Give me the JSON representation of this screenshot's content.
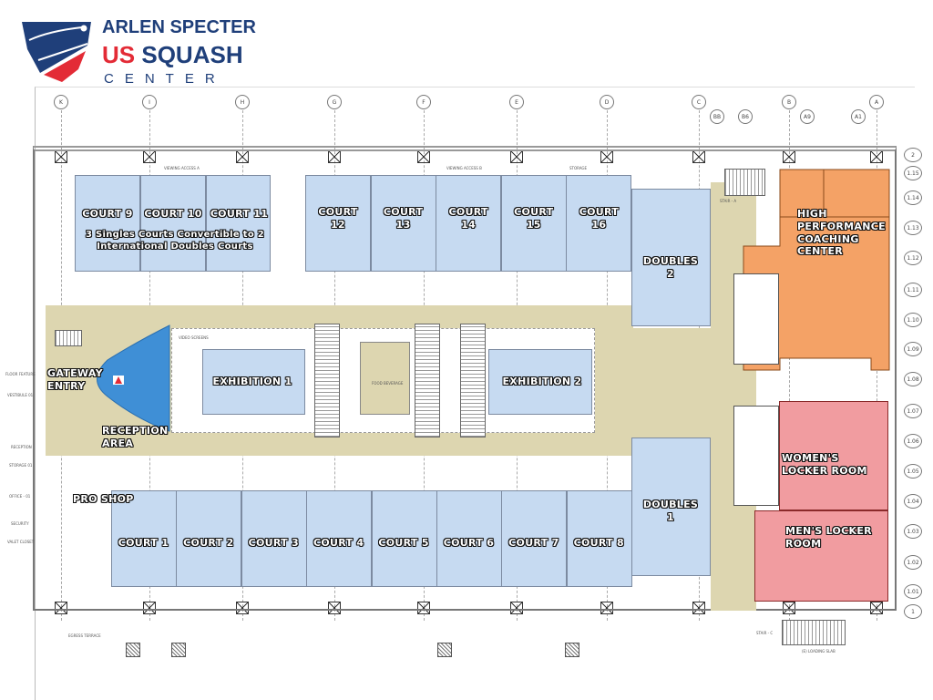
{
  "logo": {
    "line1": "ARLEN SPECTER",
    "line2a": "US",
    "line2b": "SQUASH",
    "line3": "CENTER",
    "colors": {
      "blue": "#1f3f7a",
      "red": "#e32b36"
    }
  },
  "grid_columns": [
    "K",
    "I",
    "H",
    "G",
    "F",
    "E",
    "D",
    "C",
    "BB",
    "B6",
    "B",
    "A9",
    "A1",
    "A"
  ],
  "grid_rows": [
    "2",
    "1.15",
    "1.14",
    "1.13",
    "1.12",
    "1.11",
    "1.10",
    "1.09",
    "1.08",
    "1.07",
    "1.06",
    "1.05",
    "1.04",
    "1.03",
    "1.02",
    "1.01",
    "1"
  ],
  "rooms": {
    "court9": "COURT 9",
    "court10": "COURT 10",
    "court11": "COURT 11",
    "convertible_note": "3 Singles Courts Convertible to 2 International Doubles Courts",
    "court12": "COURT 12",
    "court13": "COURT 13",
    "court14": "COURT 14",
    "court15": "COURT 15",
    "court16": "COURT 16",
    "doubles2": "DOUBLES 2",
    "doubles1": "DOUBLES 1",
    "hpcc": "HIGH PERFORMANCE COACHING CENTER",
    "gateway": "GATEWAY ENTRY",
    "reception": "RECEPTION AREA",
    "proshop": "PRO SHOP",
    "exhibition1": "EXHIBITION 1",
    "exhibition2": "EXHIBITION 2",
    "womens": "WOMEN'S LOCKER ROOM",
    "mens": "MEN'S LOCKER ROOM",
    "court1": "COURT 1",
    "court2": "COURT 2",
    "court3": "COURT 3",
    "court4": "COURT 4",
    "court5": "COURT 5",
    "court6": "COURT 6",
    "court7": "COURT 7",
    "court8": "COURT 8"
  },
  "small_labels": {
    "viewing_a": "VIEWING ACCESS A",
    "viewing_b": "VIEWING ACCESS B",
    "storage": "STORAGE",
    "stair_a": "STAIR - A",
    "stair_c": "STAIR - C",
    "video": "VIDEO SCREENS",
    "floor_feature": "FLOOR FEATURE",
    "vestibule": "VESTIBULE 01",
    "reception_tag": "RECEPTION",
    "storage01": "STORAGE 01",
    "office": "OFFICE - 01",
    "security": "SECURITY",
    "valet": "VALET CLOSET",
    "egress": "EGRESS TERRACE",
    "loading": "(E) LOADING SLAB",
    "food": "FOOD BEVERAGE"
  },
  "colors": {
    "court": "#c6daf1",
    "concourse": "#ddd6b0",
    "gateway": "#3f8fd6",
    "hpcc": "#f4a266",
    "locker": "#f19ca0"
  }
}
